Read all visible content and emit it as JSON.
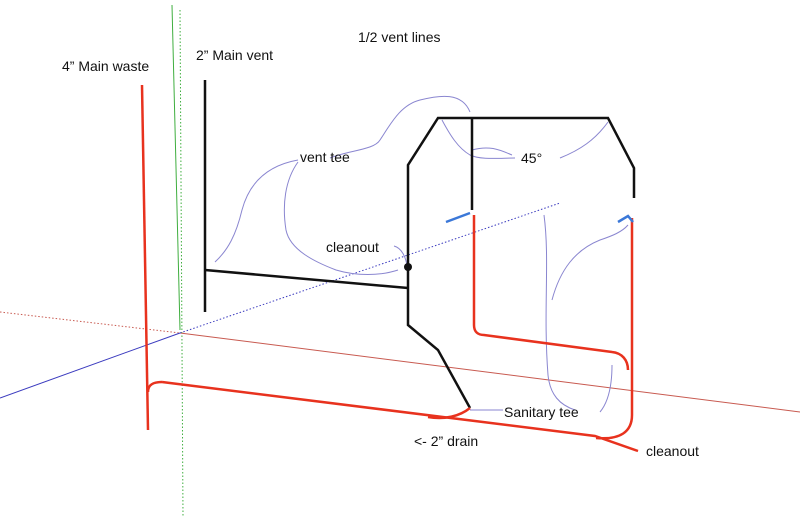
{
  "labels": {
    "main_waste": "4” Main waste",
    "main_vent": "2” Main vent",
    "vent_lines": "1/2 vent lines",
    "vent_tee": "vent tee",
    "angle_45": "45°",
    "cleanout_vent": "cleanout",
    "sanitary_tee": "Sanitary tee",
    "drain_2in": "<- 2” drain",
    "cleanout_waste": "cleanout"
  },
  "colors": {
    "waste_pipe": "#e8321e",
    "vent_pipe": "#111111",
    "leader_line": "#8a86d0",
    "fitting_marker": "#3b78d8",
    "axis_red": "#c85a50",
    "axis_green": "#3fae3f",
    "axis_blue": "#3b3bbf"
  }
}
